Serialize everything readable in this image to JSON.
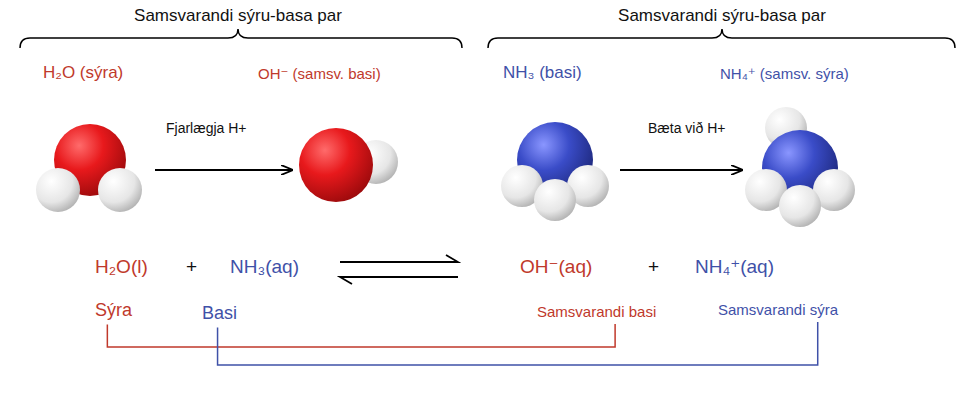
{
  "diagram": {
    "nodes": [
      {
        "text": [
          "Sýra"
        ]
      },
      {
        "text": [
          "Basi"
        ]
      },
      {
        "text": [
          "Samsvarandi basi"
        ]
      },
      {
        "text": [
          "Samsvarandi sýra"
        ]
      }
    ],
    "edges": [
      {
        "from": 0,
        "to": 2,
        "arrow": "none"
      },
      {
        "from": 1,
        "to": 3,
        "arrow": "none"
      }
    ],
    "labels": [
      "Samsvarandi sýru-basa par",
      "Samsvarandi sýru-basa par",
      "H₂O (sýra)",
      "OH⁻ (samsv. basi)",
      "NH₃ (basi)",
      "NH₄⁺ (samsv. sýra)",
      "Fjarlægja H+",
      "Bæta við H+",
      "H₂O(l)",
      "+",
      "NH₃(aq)",
      "OH⁻(aq)",
      "+",
      "NH₄⁺(aq)"
    ]
  }
}
